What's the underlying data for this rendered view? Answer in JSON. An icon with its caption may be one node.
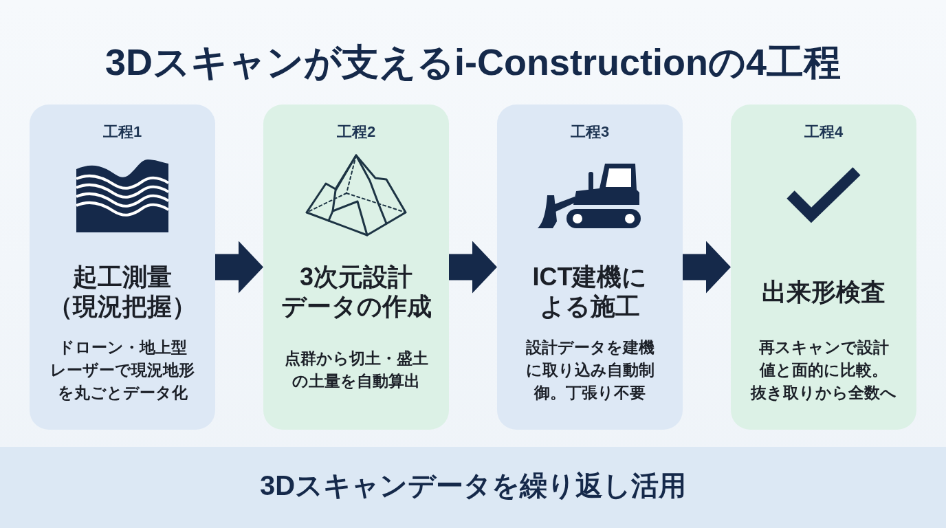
{
  "diagram": {
    "title": "3Dスキャンが支えるi-Constructionの4工程",
    "nodes": [
      {
        "text": [
          "工程1",
          "起工測量（現況把握）",
          "ドローン・地上型レーザーで現況地形を丸ごとデータ化"
        ]
      },
      {
        "text": [
          "工程2",
          "3次元設計データの作成",
          "点群から切土・盛土の土量を自動算出"
        ]
      },
      {
        "text": [
          "工程3",
          "ICT建機による施工",
          "設計データを建機に取り込み自動制御。丁張り不要"
        ]
      },
      {
        "text": [
          "工程4",
          "出来形検査",
          "再スキャンで設計値と面的に比較。抜き取りから全数へ"
        ]
      },
      {
        "text": [
          "3Dスキャンデータを繰り返し活用"
        ]
      }
    ],
    "edges": [
      {
        "from": 0,
        "to": 1,
        "arrow": "to"
      },
      {
        "from": 1,
        "to": 2,
        "arrow": "to"
      },
      {
        "from": 2,
        "to": 3,
        "arrow": "to"
      }
    ]
  }
}
